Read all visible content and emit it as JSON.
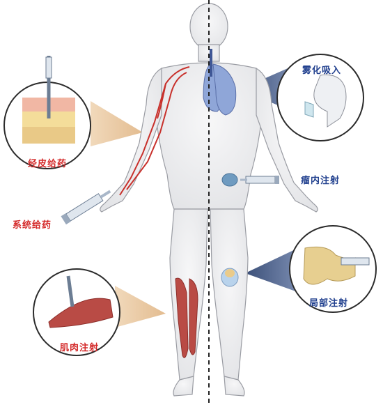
{
  "labels": {
    "transdermal": "经皮给药",
    "systemic": "系统给药",
    "intramuscular": "肌肉注射",
    "inhalation": "雾化吸入",
    "intratumoral": "瘤内注射",
    "local": "局部注射"
  },
  "colors": {
    "left_label": "#d42a2a",
    "right_label": "#22418f",
    "left_callout": "#e9c9a3",
    "right_callout": "#4a5e86",
    "vessel": "#c8302b",
    "lung": "#8fa6d8",
    "muscle": "#b94b45"
  }
}
